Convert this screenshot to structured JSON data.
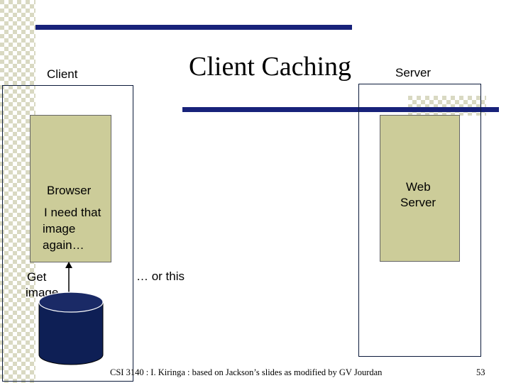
{
  "slide": {
    "title": "Client Caching",
    "client_label": "Client",
    "server_label": "Server",
    "browser_label": "Browser",
    "browser_note_line1": "I need that",
    "browser_note_line2": "image",
    "browser_note_line3": "again…",
    "get_image_line1": "Get",
    "get_image_line2": "image",
    "web_server_line1": "Web",
    "web_server_line2": "Server",
    "or_this": "… or this",
    "footer": "CSI 3140 : I. Kiringa : based on Jackson’s slides as modified by GV Jourdan",
    "page_number": "53"
  },
  "colors": {
    "accent_bar": "#18227a",
    "box_fill": "#cccc99",
    "cache_fill": "#0e1f55"
  }
}
